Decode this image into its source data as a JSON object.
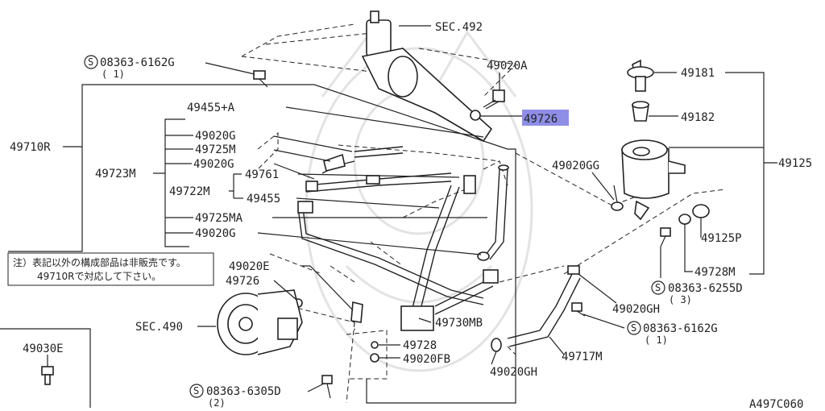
{
  "diagram_id": "A497C060",
  "highlight_color": "#8e8ee8",
  "labels": {
    "sec492": "SEC.492",
    "bolt_6162_top": "08363-6162G",
    "bolt_6162_top_qty": "( 1)",
    "p49020A": "49020A",
    "p49181": "49181",
    "p49182": "49182",
    "p49125": "49125",
    "p49726_top": "49726",
    "p49710R": "49710R",
    "p49455A": "49455+A",
    "p49020G_1": "49020G",
    "p49725M": "49725M",
    "p49723M": "49723M",
    "p49020G_2": "49020G",
    "p49761": "49761",
    "p49722M": "49722M",
    "p49455": "49455",
    "p49725MA": "49725MA",
    "p49020G_3": "49020G",
    "p49020GG": "49020GG",
    "p49125P": "49125P",
    "p49728M": "49728M",
    "bolt_6255": "08363-6255D",
    "bolt_6255_qty": "( 3)",
    "p49020GH_1": "49020GH",
    "bolt_6162_bottom": "08363-6162G",
    "bolt_6162_bottom_qty": "( 1)",
    "p49717M": "49717M",
    "p49020GH_2": "49020GH",
    "p49020E": "49020E",
    "p49726_left": "49726",
    "sec490": "SEC.490",
    "p49730MB": "49730MB",
    "p49728": "49728",
    "p49020FB": "49020FB",
    "p49030E": "49030E",
    "bolt_6305": "08363-6305D",
    "bolt_6305_qty": "(2)",
    "s_mark": "S"
  },
  "note": {
    "line1": "注）表記以外の構成部品は非販売です。",
    "line2": "49710Rで対応して下さい。"
  }
}
